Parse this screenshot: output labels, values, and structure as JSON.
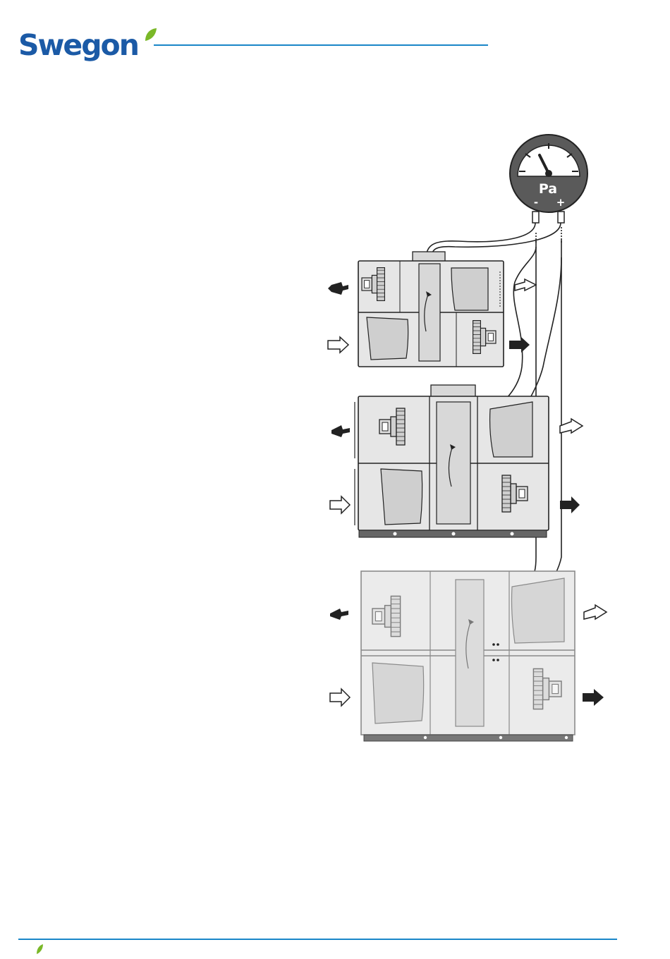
{
  "header": {
    "brand": "Swegon",
    "accent_color": "#1b5aa6",
    "rule_color": "#1a86c8",
    "leaf_color": "#7ab828"
  },
  "gauge": {
    "unit": "Pa",
    "minus_label": "-",
    "plus_label": "+"
  },
  "units": [
    {
      "name": "unit-small"
    },
    {
      "name": "unit-medium"
    },
    {
      "name": "unit-large"
    }
  ],
  "icons": [
    "leaf-icon",
    "pressure-gauge-icon",
    "fan-icon",
    "filter-icon",
    "heat-recovery-icon",
    "airflow-arrow-icon"
  ]
}
